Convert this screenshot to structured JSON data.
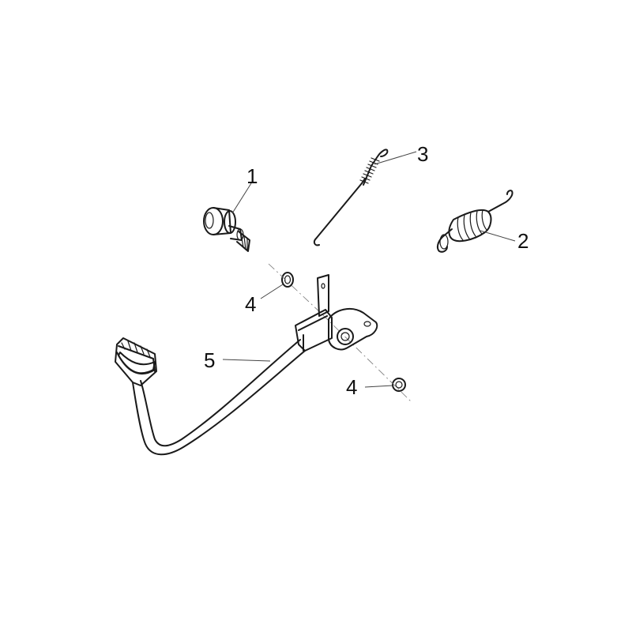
{
  "diagram": {
    "callouts": [
      {
        "id": "1",
        "label": "1",
        "part": "pivot-bolt"
      },
      {
        "id": "2",
        "label": "2",
        "part": "return-spring"
      },
      {
        "id": "3",
        "label": "3",
        "part": "brake-light-switch-spring"
      },
      {
        "id": "4a",
        "label": "4",
        "part": "washer-upper"
      },
      {
        "id": "4b",
        "label": "4",
        "part": "washer-lower"
      },
      {
        "id": "5",
        "label": "5",
        "part": "brake-pedal"
      }
    ],
    "colors": {
      "ink": "#1a1a1a",
      "background": "#ffffff",
      "shading": "#5a5a5a"
    }
  }
}
